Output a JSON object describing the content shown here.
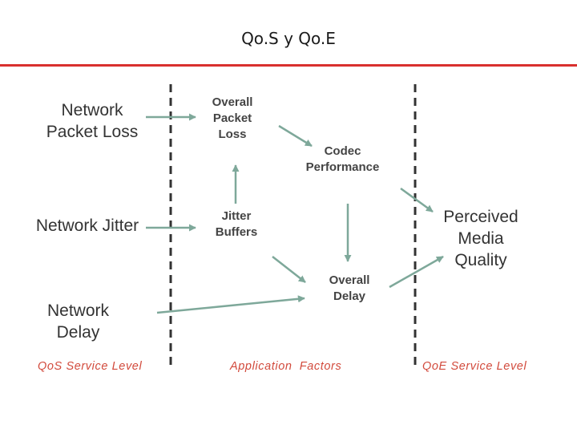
{
  "slide": {
    "title": "Qo.S y Qo.E"
  },
  "diagram": {
    "qos_inputs": {
      "packet_loss": [
        "Network",
        "Packet Loss"
      ],
      "jitter": "Network Jitter",
      "delay": [
        "Network",
        "Delay"
      ]
    },
    "application": {
      "overall_packet_loss": [
        "Overall",
        "Packet",
        "Loss"
      ],
      "codec_performance": [
        "Codec",
        "Performance"
      ],
      "jitter_buffers": [
        "Jitter",
        "Buffers"
      ],
      "overall_delay": [
        "Overall",
        "Delay"
      ]
    },
    "qoe_output": [
      "Perceived",
      "Media",
      "Quality"
    ],
    "levels": {
      "qos": "QoS Service Level",
      "application": "Application  Factors",
      "qoe": "QoE Service Level"
    },
    "colors": {
      "arrow": "#7ea89a",
      "divider": "#333333",
      "level_text": "#d24a3c",
      "title_rule": "#d9302e"
    }
  }
}
